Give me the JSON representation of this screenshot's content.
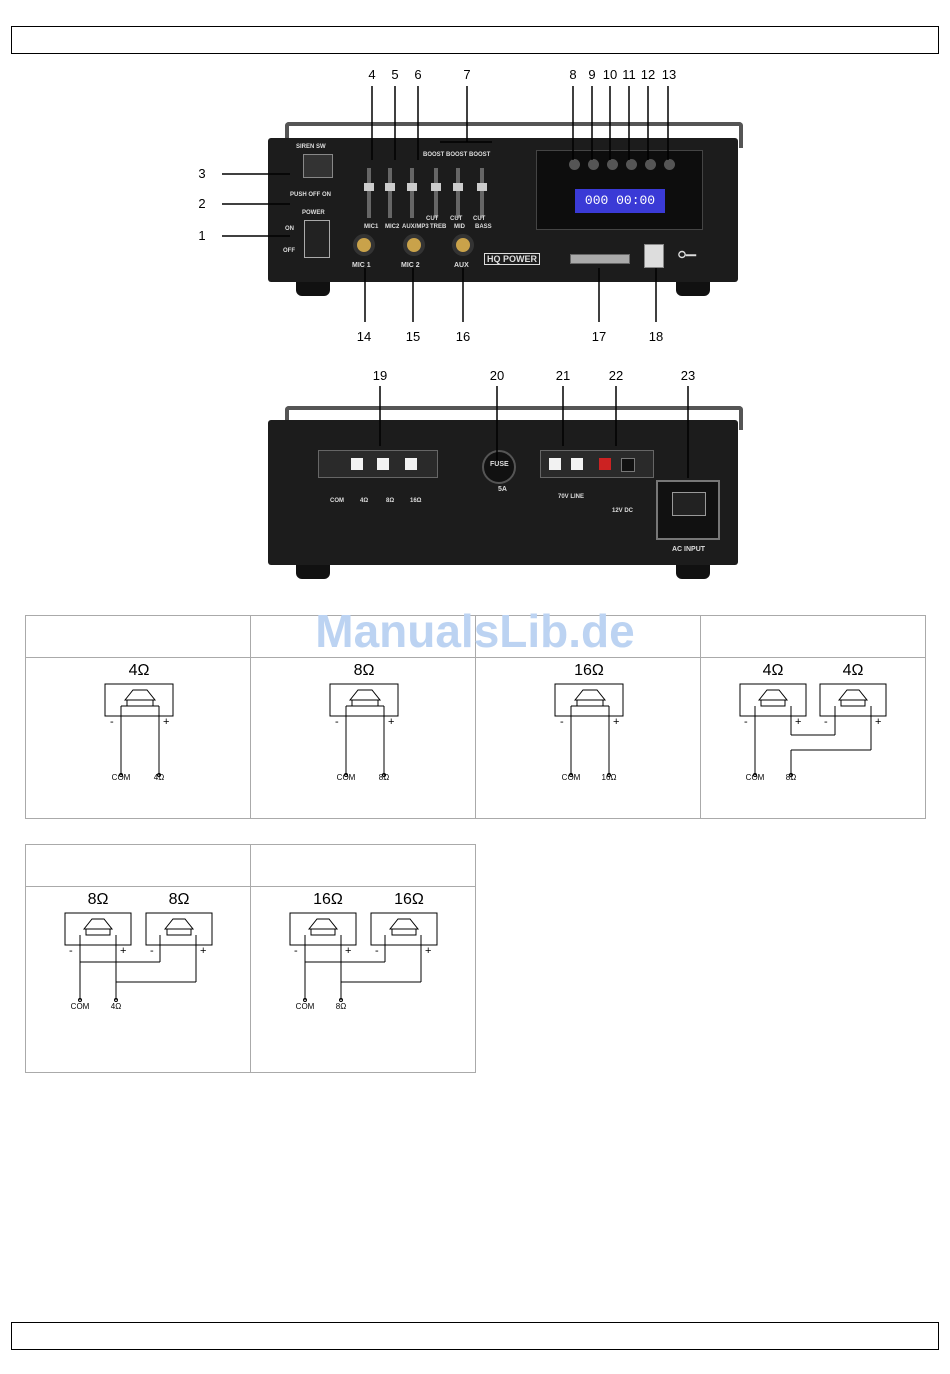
{
  "front_callouts": [
    "1",
    "2",
    "3",
    "4",
    "5",
    "6",
    "7",
    "8",
    "9",
    "10",
    "11",
    "12",
    "13",
    "14",
    "15",
    "16",
    "17",
    "18"
  ],
  "rear_callouts": [
    "19",
    "20",
    "21",
    "22",
    "23"
  ],
  "front_panel": {
    "siren_label": "SIREN SW",
    "push_label": "PUSH OFF ON",
    "power_label": "POWER",
    "on_label": "ON",
    "off_label": "OFF",
    "mic1": "MIC 1",
    "mic2": "MIC 2",
    "aux": "AUX",
    "fader_labels": [
      "MIC1",
      "MIC2",
      "AUX/MP3",
      "TREB",
      "MID",
      "BASS"
    ],
    "boost_label": "BOOST",
    "cut_label": "CUT",
    "brand": "HQ POWER",
    "lcd": "000 00:00",
    "usb_icon": "usb-icon"
  },
  "rear_panel": {
    "terminals": [
      "COM",
      "4Ω",
      "8Ω",
      "16Ω"
    ],
    "fuse_label": "FUSE",
    "fuse_value": "5A",
    "line_label": "70V LINE",
    "battery_label": "12V DC",
    "ac_label": "AC INPUT"
  },
  "watermark": "ManualsLib.de",
  "wiring_row1": [
    {
      "ohms": [
        "4Ω"
      ],
      "terms": [
        "COM",
        "4Ω"
      ]
    },
    {
      "ohms": [
        "8Ω"
      ],
      "terms": [
        "COM",
        "8Ω"
      ]
    },
    {
      "ohms": [
        "16Ω"
      ],
      "terms": [
        "COM",
        "16Ω"
      ]
    },
    {
      "ohms": [
        "4Ω",
        "4Ω"
      ],
      "terms": [
        "COM",
        "8Ω"
      ]
    }
  ],
  "wiring_row2": [
    {
      "ohms": [
        "8Ω",
        "8Ω"
      ],
      "terms": [
        "COM",
        "4Ω"
      ]
    },
    {
      "ohms": [
        "16Ω",
        "16Ω"
      ],
      "terms": [
        "COM",
        "8Ω"
      ]
    }
  ],
  "signs": {
    "minus": "-",
    "plus": "+"
  }
}
